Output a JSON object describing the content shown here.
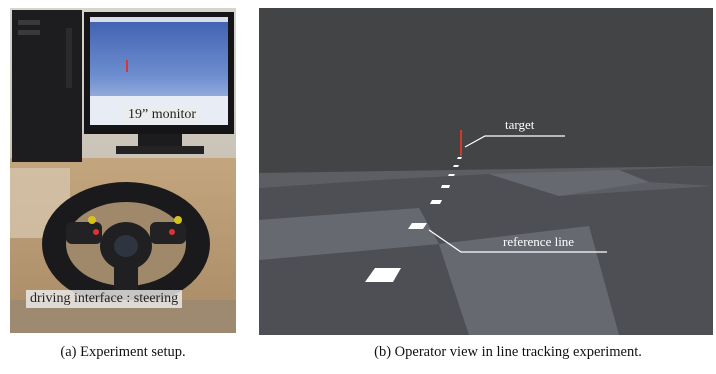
{
  "panel_a": {
    "monitor_label": "19” monitor",
    "steering_label": "driving interface : steering",
    "caption": "(a) Experiment setup."
  },
  "panel_b": {
    "target_label": "target",
    "reference_label": "reference line",
    "caption": "(b) Operator view in line tracking experiment."
  }
}
